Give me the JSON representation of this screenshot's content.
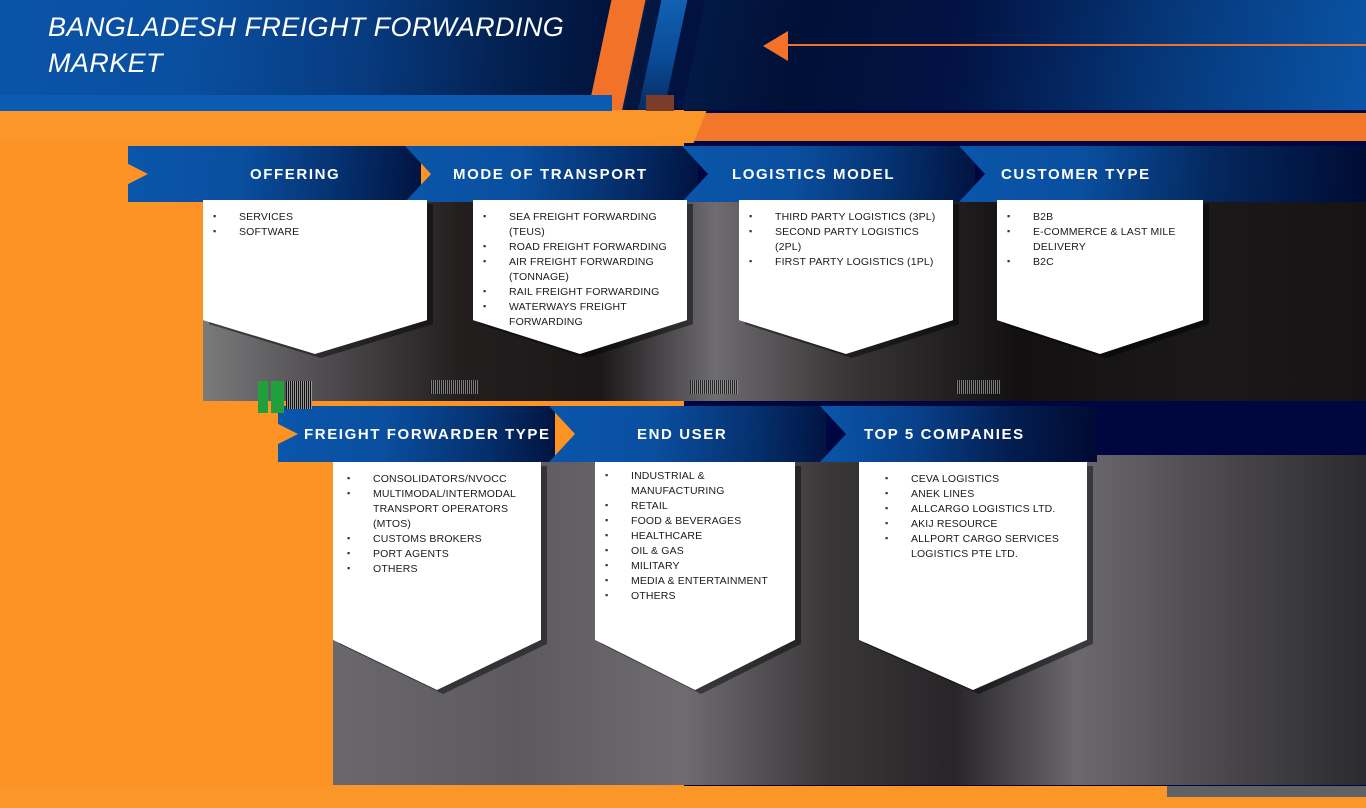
{
  "header": {
    "title": "BANGLADESH FREIGHT FORWARDING MARKET",
    "arrow_icon": "left-arrow-icon",
    "accent_orange": "#F2722A",
    "accent_blue": "#0b5cb0",
    "accent_navy": "#000640",
    "accent_green": "#1FA03C",
    "page_bg": "#FC9324"
  },
  "rows": [
    {
      "row_name": "segmentation-row-1",
      "columns": [
        {
          "label": "OFFERING",
          "items": [
            "SERVICES",
            "SOFTWARE"
          ]
        },
        {
          "label": "MODE OF TRANSPORT",
          "items": [
            "SEA FREIGHT FORWARDING (TEUS)",
            "ROAD FREIGHT FORWARDING",
            "AIR FREIGHT FORWARDING (TONNAGE)",
            "RAIL FREIGHT FORWARDING",
            "WATERWAYS FREIGHT FORWARDING"
          ]
        },
        {
          "label": "LOGISTICS MODEL",
          "items": [
            "THIRD PARTY LOGISTICS (3PL)",
            "SECOND PARTY LOGISTICS (2PL)",
            "FIRST PARTY LOGISTICS (1PL)"
          ]
        },
        {
          "label": "CUSTOMER TYPE",
          "items": [
            "B2B",
            "E-COMMERCE & LAST MILE DELIVERY",
            "B2C"
          ]
        }
      ]
    },
    {
      "row_name": "segmentation-row-2",
      "columns": [
        {
          "label": "FREIGHT FORWARDER TYPE",
          "items": [
            "CONSOLIDATORS/NVOCC",
            "MULTIMODAL/INTERMODAL TRANSPORT OPERATORS (MTOS)",
            "CUSTOMS BROKERS",
            "PORT AGENTS",
            "OTHERS"
          ]
        },
        {
          "label": "END USER",
          "items": [
            "INDUSTRIAL & MANUFACTURING",
            "RETAIL",
            "FOOD & BEVERAGES",
            "HEALTHCARE",
            "OIL & GAS",
            "MILITARY",
            "MEDIA & ENTERTAINMENT",
            "OTHERS"
          ]
        },
        {
          "label": "TOP 5 COMPANIES",
          "items": [
            "CEVA LOGISTICS",
            "ANEK LINES",
            "ALLCARGO LOGISTICS LTD.",
            "AKIJ RESOURCE",
            "ALLPORT CARGO SERVICES LOGISTICS PTE LTD."
          ]
        }
      ]
    }
  ]
}
